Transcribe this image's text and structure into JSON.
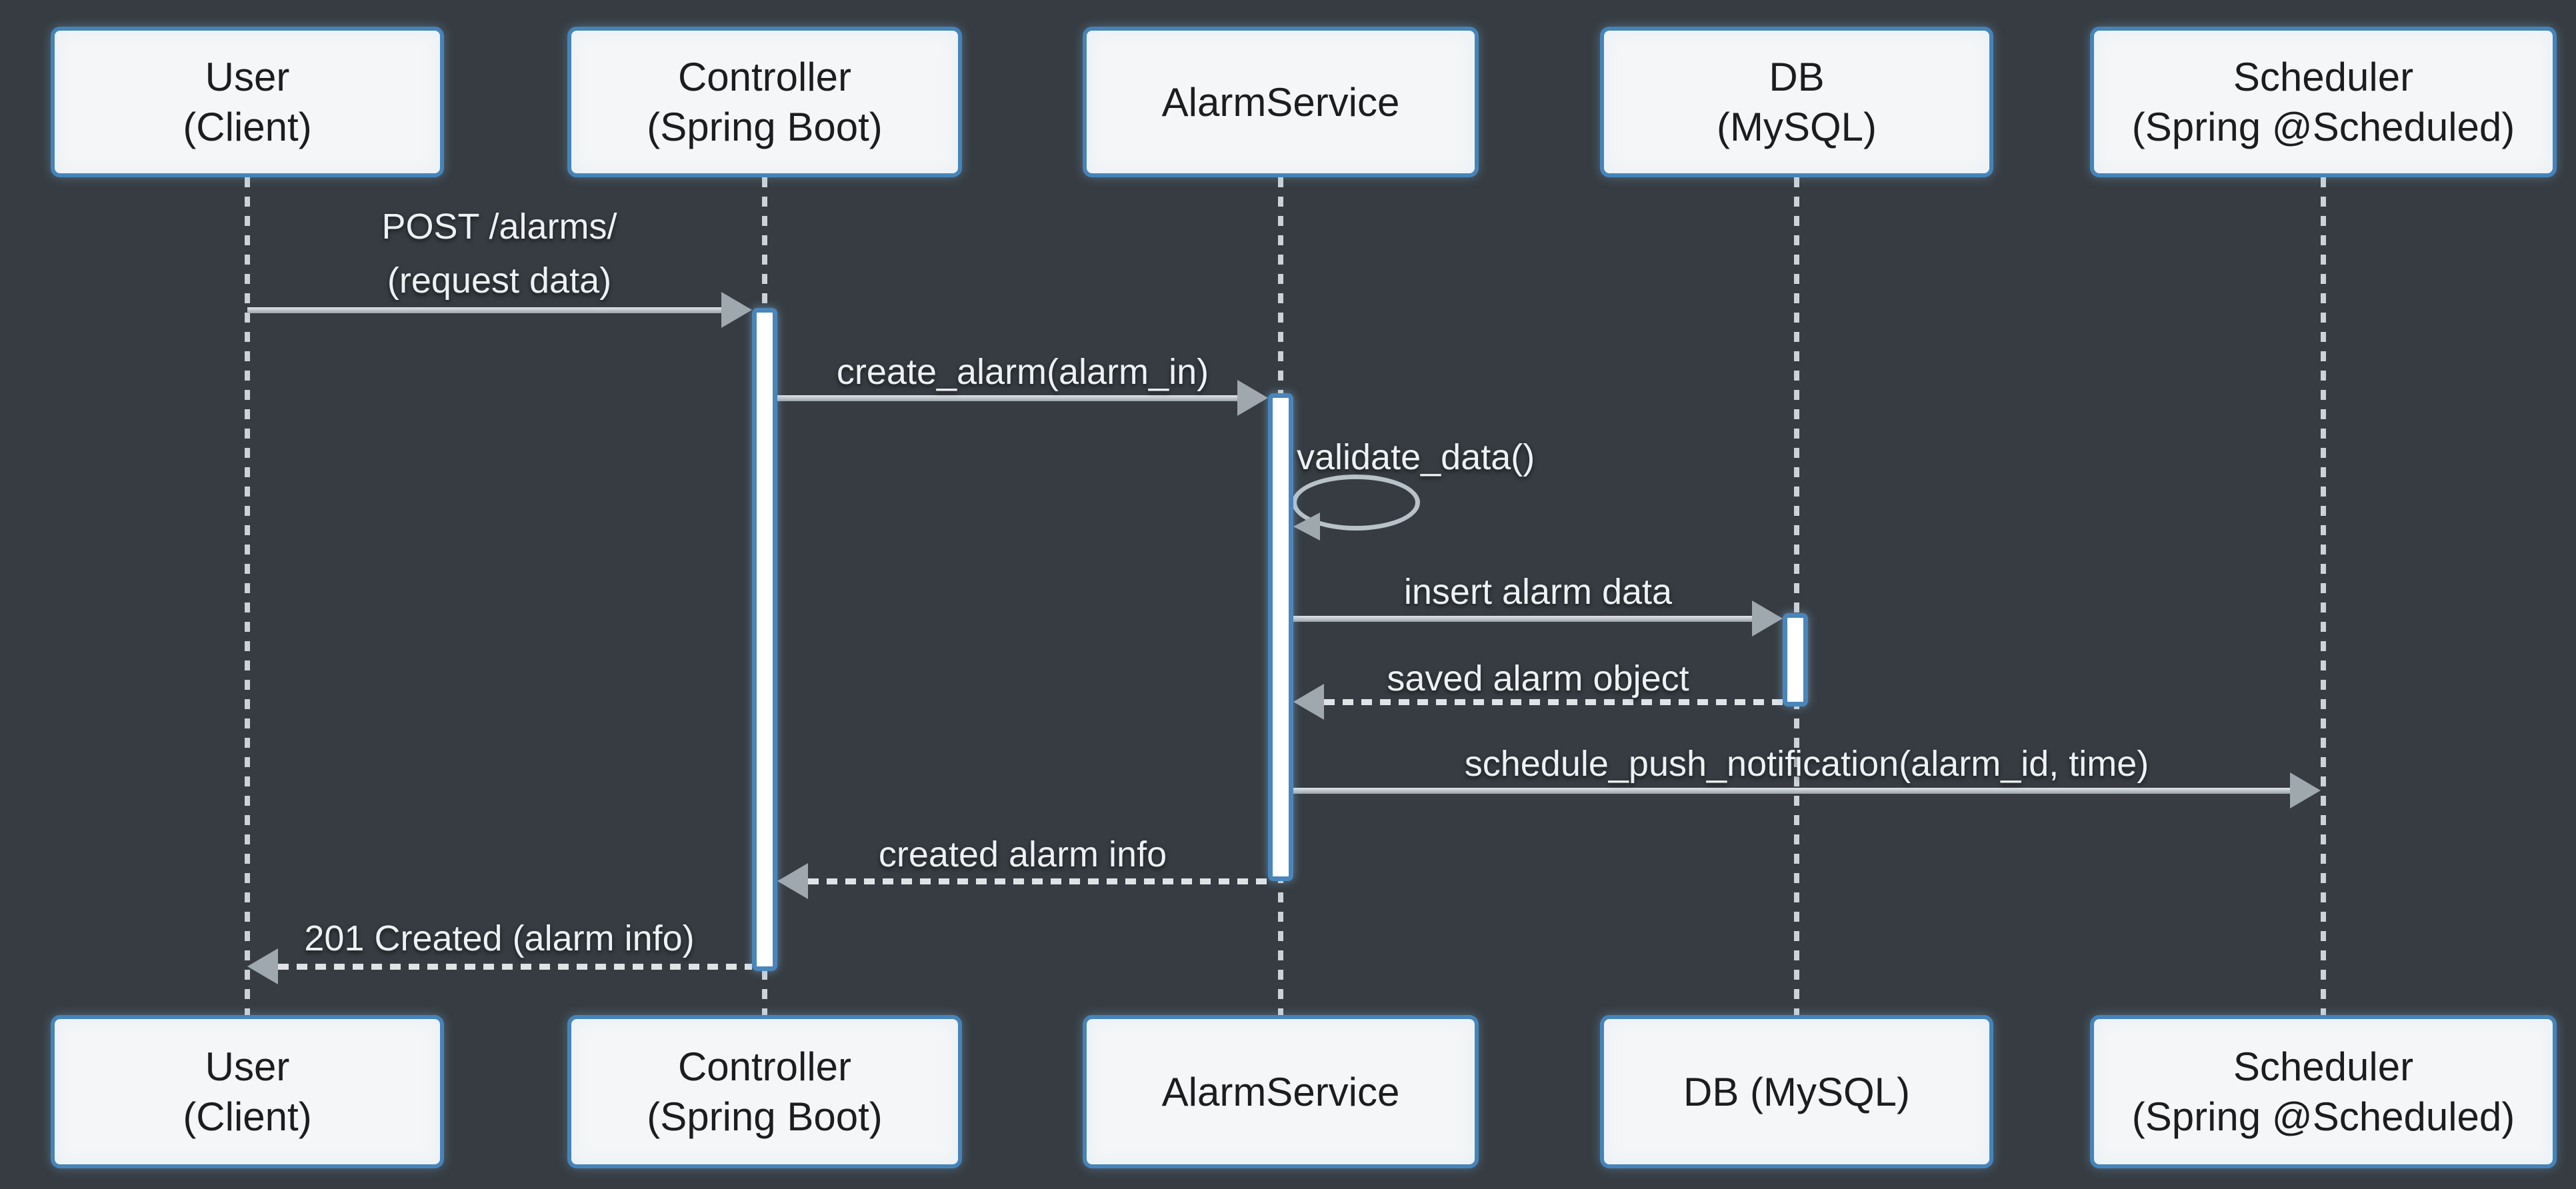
{
  "diagram": {
    "kind": "uml-sequence-diagram"
  },
  "actors": [
    {
      "id": "user",
      "top_label": "User\n(Client)",
      "bottom_label": "User\n(Client)"
    },
    {
      "id": "controller",
      "top_label": "Controller\n(Spring Boot)",
      "bottom_label": "Controller\n(Spring Boot)"
    },
    {
      "id": "alarmservice",
      "top_label": "AlarmService",
      "bottom_label": "AlarmService"
    },
    {
      "id": "db",
      "top_label": "DB\n(MySQL)",
      "bottom_label": "DB (MySQL)"
    },
    {
      "id": "scheduler",
      "top_label": "Scheduler\n(Spring @Scheduled)",
      "bottom_label": "Scheduler\n(Spring @Scheduled)"
    }
  ],
  "messages": [
    {
      "from": "user",
      "to": "controller",
      "text": "POST /alarms/\n(request data)",
      "style": "solid"
    },
    {
      "from": "controller",
      "to": "alarmservice",
      "text": "create_alarm(alarm_in)",
      "style": "solid"
    },
    {
      "from": "alarmservice",
      "to": "alarmservice",
      "text": "validate_data()",
      "style": "self-loop"
    },
    {
      "from": "alarmservice",
      "to": "db",
      "text": "insert alarm data",
      "style": "solid"
    },
    {
      "from": "db",
      "to": "alarmservice",
      "text": "saved alarm object",
      "style": "dashed-return"
    },
    {
      "from": "alarmservice",
      "to": "scheduler",
      "text": "schedule_push_notification(alarm_id, time)",
      "style": "solid"
    },
    {
      "from": "alarmservice",
      "to": "controller",
      "text": "created alarm info",
      "style": "dashed-return"
    },
    {
      "from": "controller",
      "to": "user",
      "text": "201 Created (alarm info)",
      "style": "dashed-return"
    }
  ],
  "colors": {
    "background": "#363c42",
    "box_fill": "#f4f6f7",
    "box_border": "#4484ba",
    "box_text": "#1b1d1f",
    "lifeline": "#cdd2d6",
    "arrowhead": "#9fa8ae",
    "arrow_dashed": "#dfe3e6",
    "loop_stroke": "#b9c2c9",
    "message_text": "#eef1f3",
    "activation_fill": "#ffffff",
    "activation_border": "#4886bb"
  }
}
